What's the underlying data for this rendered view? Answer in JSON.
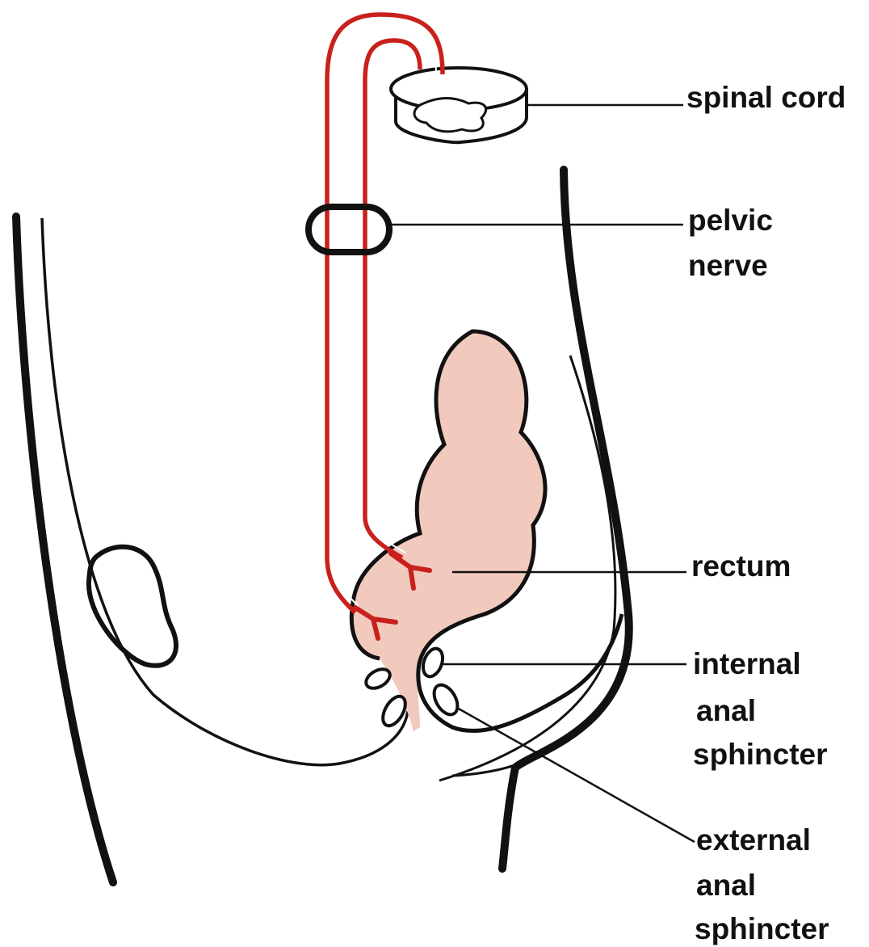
{
  "colors": {
    "ink": "#111111",
    "nerve": "#c8211d",
    "rectum_fill": "#f1c9bd",
    "paper": "#ffffff"
  },
  "labels": {
    "spinal_cord": "spinal cord",
    "pelvic_nerve": [
      "pelvic",
      "nerve"
    ],
    "rectum": "rectum",
    "internal_anal_sphincter": [
      "internal",
      "anal",
      "sphincter"
    ],
    "external_anal_sphincter": [
      "external",
      "anal",
      "sphincter"
    ]
  }
}
